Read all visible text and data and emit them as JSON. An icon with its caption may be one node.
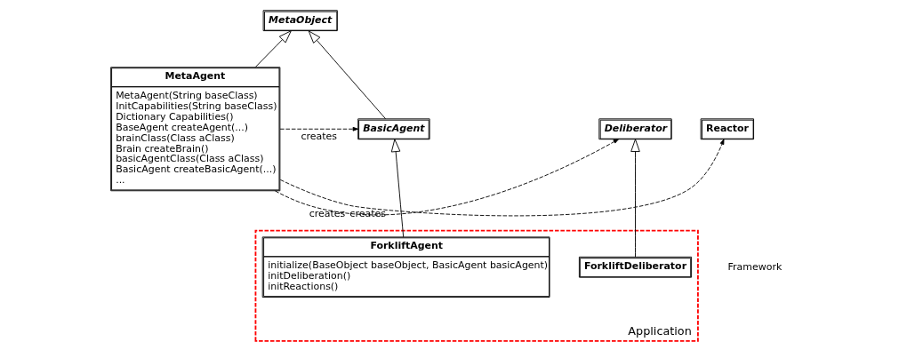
{
  "diagram": {
    "nodes": [
      {
        "text": [
          "MetaObject"
        ]
      },
      {
        "text": [
          "MetaAgent",
          "MetaAgent(String baseClass)",
          "InitCapabilities(String baseClass)",
          "Dictionary Capabilities()",
          "BaseAgent createAgent(...)",
          "brainClass(Class aClass)",
          "Brain createBrain()",
          "basicAgentClass(Class aClass)",
          "BasicAgent createBasicAgent(...)",
          "..."
        ]
      },
      {
        "text": [
          "BasicAgent"
        ]
      },
      {
        "text": [
          "Deliberator"
        ]
      },
      {
        "text": [
          "Reactor"
        ]
      },
      {
        "text": [
          "Application"
        ]
      },
      {
        "text": [
          "ForkliftAgent",
          "initialize(BaseObject baseObject, BasicAgent basicAgent)",
          "initDeliberation()",
          "initReactions()"
        ],
        "in": 5
      },
      {
        "text": [
          "ForkliftDeliberator"
        ],
        "in": 5
      }
    ],
    "edges": [
      {
        "from": 1,
        "to": 0,
        "arrow": "to"
      },
      {
        "from": 2,
        "to": 0,
        "arrow": "to"
      },
      {
        "from": 1,
        "to": 2,
        "arrow": "to",
        "label": "creates",
        "style": "dashed"
      },
      {
        "from": 1,
        "to": 3,
        "arrow": "to",
        "label": "creates",
        "style": "dashed"
      },
      {
        "from": 1,
        "to": 4,
        "arrow": "to",
        "label": "creates",
        "style": "dashed"
      },
      {
        "from": 6,
        "to": 2,
        "arrow": "to"
      },
      {
        "from": 7,
        "to": 3,
        "arrow": "to"
      }
    ],
    "labels": [
      "Framework"
    ]
  }
}
